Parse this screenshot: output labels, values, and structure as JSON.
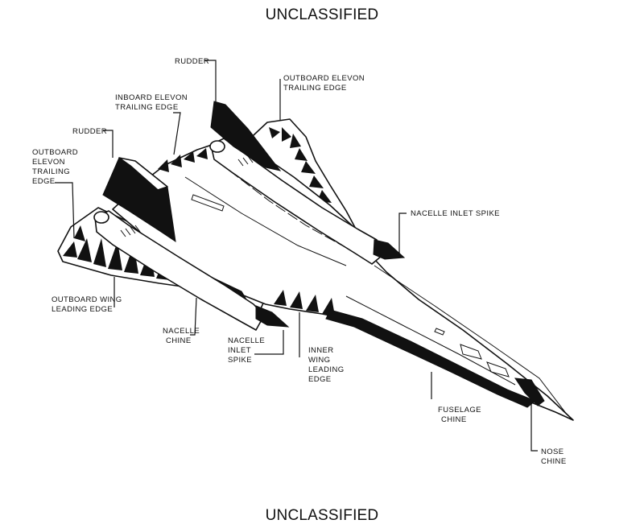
{
  "banners": {
    "top": "UNCLASSIFIED",
    "bottom": "UNCLASSIFIED"
  },
  "callouts": {
    "rudder_upper": [
      "RUDDER"
    ],
    "outboard_elevon_right": [
      "OUTBOARD ELEVON",
      "TRAILING EDGE"
    ],
    "inboard_elevon": [
      "INBOARD ELEVON",
      "TRAILING EDGE"
    ],
    "rudder_left": [
      "RUDDER"
    ],
    "outboard_elevon_left": [
      "OUTBOARD",
      "ELEVON",
      "TRAILING",
      "EDGE"
    ],
    "nacelle_inlet_spike_right": [
      "NACELLE INLET SPIKE"
    ],
    "outboard_wing_leading_edge": [
      "OUTBOARD WING",
      "LEADING EDGE"
    ],
    "nacelle_chine": [
      "NACELLE",
      "CHINE"
    ],
    "nacelle_inlet_spike_left": [
      "NACELLE",
      "INLET",
      "SPIKE"
    ],
    "inner_wing_leading_edge": [
      "INNER",
      "WING",
      "LEADING",
      "EDGE"
    ],
    "fuselage_chine": [
      "FUSELAGE",
      "CHINE"
    ],
    "nose_chine": [
      "NOSE",
      "CHINE"
    ]
  }
}
